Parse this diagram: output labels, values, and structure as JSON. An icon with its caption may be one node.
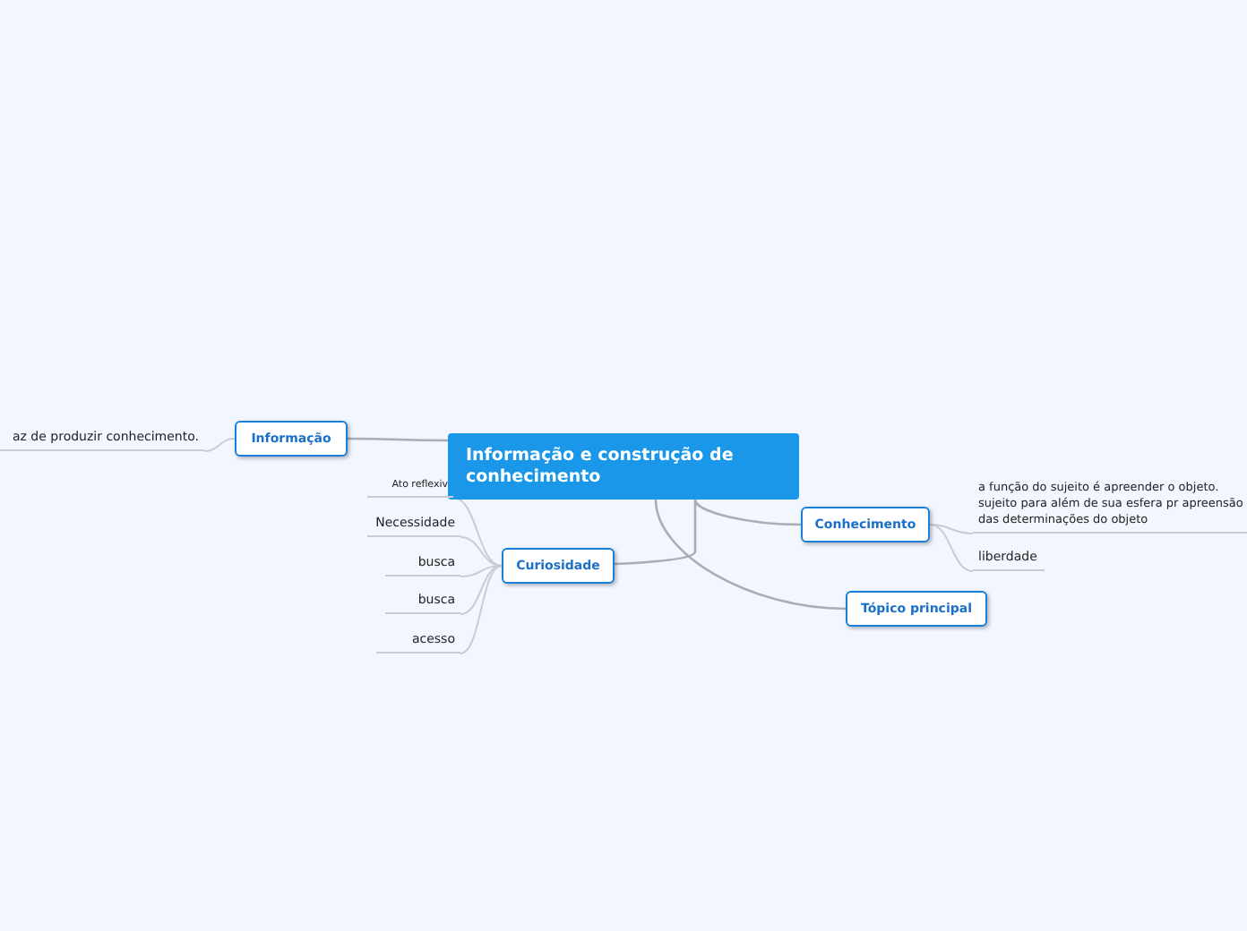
{
  "diagram": {
    "nodes": [
      {
        "text": [
          "Informação e construção de conhecimento"
        ]
      },
      {
        "text": [
          "Informação"
        ]
      },
      {
        "text": [
          "az de produzir conhecimento."
        ]
      },
      {
        "text": [
          "Curiosidade"
        ]
      },
      {
        "text": [
          "Ato reflexiv"
        ]
      },
      {
        "text": [
          "Necessidade"
        ]
      },
      {
        "text": [
          "busca"
        ]
      },
      {
        "text": [
          "busca"
        ]
      },
      {
        "text": [
          "acesso"
        ]
      },
      {
        "text": [
          "Conhecimento"
        ]
      },
      {
        "text": [
          "a função do sujeito é apreender o objeto. sujeito para além de sua esfera pr apreensão das determinações do objeto"
        ]
      },
      {
        "text": [
          "liberdade"
        ]
      },
      {
        "text": [
          "Tópico principal"
        ]
      }
    ],
    "edges": [
      {
        "from": 0,
        "to": 1,
        "arrow": "none"
      },
      {
        "from": 1,
        "to": 2,
        "arrow": "none"
      },
      {
        "from": 0,
        "to": 3,
        "arrow": "none"
      },
      {
        "from": 3,
        "to": 4,
        "arrow": "none"
      },
      {
        "from": 3,
        "to": 5,
        "arrow": "none"
      },
      {
        "from": 3,
        "to": 6,
        "arrow": "none"
      },
      {
        "from": 3,
        "to": 7,
        "arrow": "none"
      },
      {
        "from": 3,
        "to": 8,
        "arrow": "none"
      },
      {
        "from": 0,
        "to": 9,
        "arrow": "none"
      },
      {
        "from": 9,
        "to": 10,
        "arrow": "none"
      },
      {
        "from": 9,
        "to": 11,
        "arrow": "none"
      },
      {
        "from": 0,
        "to": 12,
        "arrow": "none"
      }
    ]
  }
}
